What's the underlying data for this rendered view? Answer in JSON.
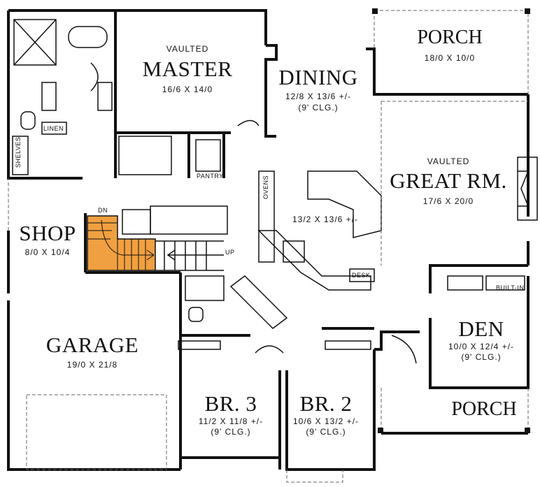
{
  "rooms": {
    "master": {
      "note": "VAULTED",
      "name": "MASTER",
      "size": "16/6 X 14/0"
    },
    "dining": {
      "name": "DINING",
      "size": "12/8 X 13/6 +/-",
      "ceiling": "(9' CLG.)"
    },
    "porch_top": {
      "name": "PORCH",
      "size": "18/0 X 10/0"
    },
    "great_room": {
      "note": "VAULTED",
      "name": "GREAT RM.",
      "size": "17/6 X 20/0"
    },
    "kitchen": {
      "size": "13/2 X 13/6 +/-"
    },
    "shop": {
      "name": "SHOP",
      "size": "8/0 X 10/4"
    },
    "garage": {
      "name": "GARAGE",
      "size": "19/0 X 21/8"
    },
    "den": {
      "name": "DEN",
      "size": "10/0 X 12/4 +/-",
      "ceiling": "(9' CLG.)"
    },
    "br3": {
      "name": "BR. 3",
      "size": "11/2 X 11/8 +/-",
      "ceiling": "(9' CLG.)"
    },
    "br2": {
      "name": "BR. 2",
      "size": "10/6 X 13/2 +/-",
      "ceiling": "(9' CLG.)"
    },
    "porch_bottom": {
      "name": "PORCH"
    }
  },
  "small_labels": {
    "linen": "LINEN",
    "shelves": "SHELVES",
    "pantry": "PANTRY",
    "ovens": "OVENS",
    "desk": "DESK",
    "built_in": "BUILT-IN",
    "dn": "DN",
    "up": "UP"
  },
  "colors": {
    "walls": "#111111",
    "stair_highlight": "#f0a040",
    "dashed": "#666666",
    "background": "#ffffff"
  }
}
